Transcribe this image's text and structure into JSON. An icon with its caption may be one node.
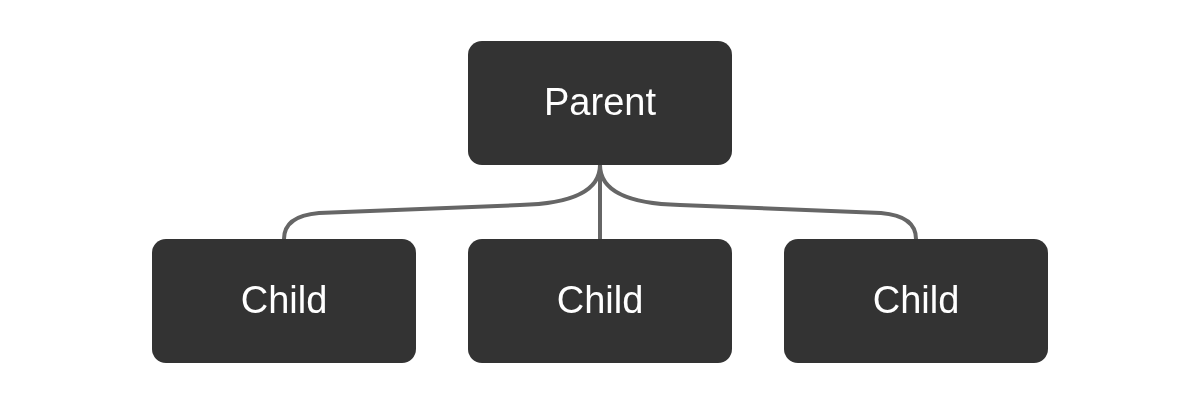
{
  "diagram": {
    "nodes": [
      {
        "text": [
          "Parent"
        ]
      },
      {
        "text": [
          "Child"
        ]
      },
      {
        "text": [
          "Child"
        ]
      },
      {
        "text": [
          "Child"
        ]
      }
    ],
    "edges": [
      {
        "from": 0,
        "to": 1,
        "arrow": "none"
      },
      {
        "from": 0,
        "to": 2,
        "arrow": "none"
      },
      {
        "from": 0,
        "to": 3,
        "arrow": "none"
      }
    ]
  }
}
